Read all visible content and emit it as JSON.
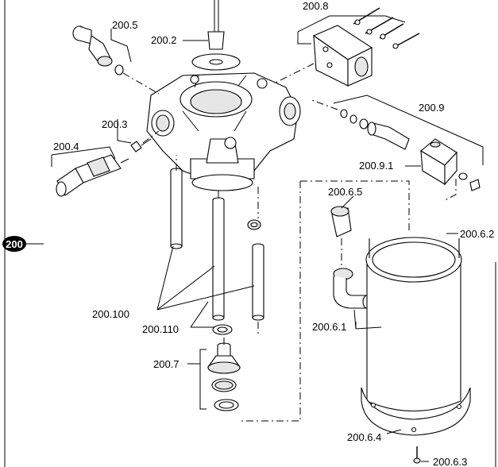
{
  "badge": {
    "label": "200"
  },
  "callouts": {
    "c200_2": "200.2",
    "c200_3": "200.3",
    "c200_4": "200.4",
    "c200_5": "200.5",
    "c200_6_1": "200.6.1",
    "c200_6_2": "200.6.2",
    "c200_6_3": "200.6.3",
    "c200_6_4": "200.6.4",
    "c200_6_5": "200.6.5",
    "c200_7": "200.7",
    "c200_8": "200.8",
    "c200_9": "200.9",
    "c200_9_1": "200.9.1",
    "c200_100": "200.100",
    "c200_110": "200.110"
  }
}
